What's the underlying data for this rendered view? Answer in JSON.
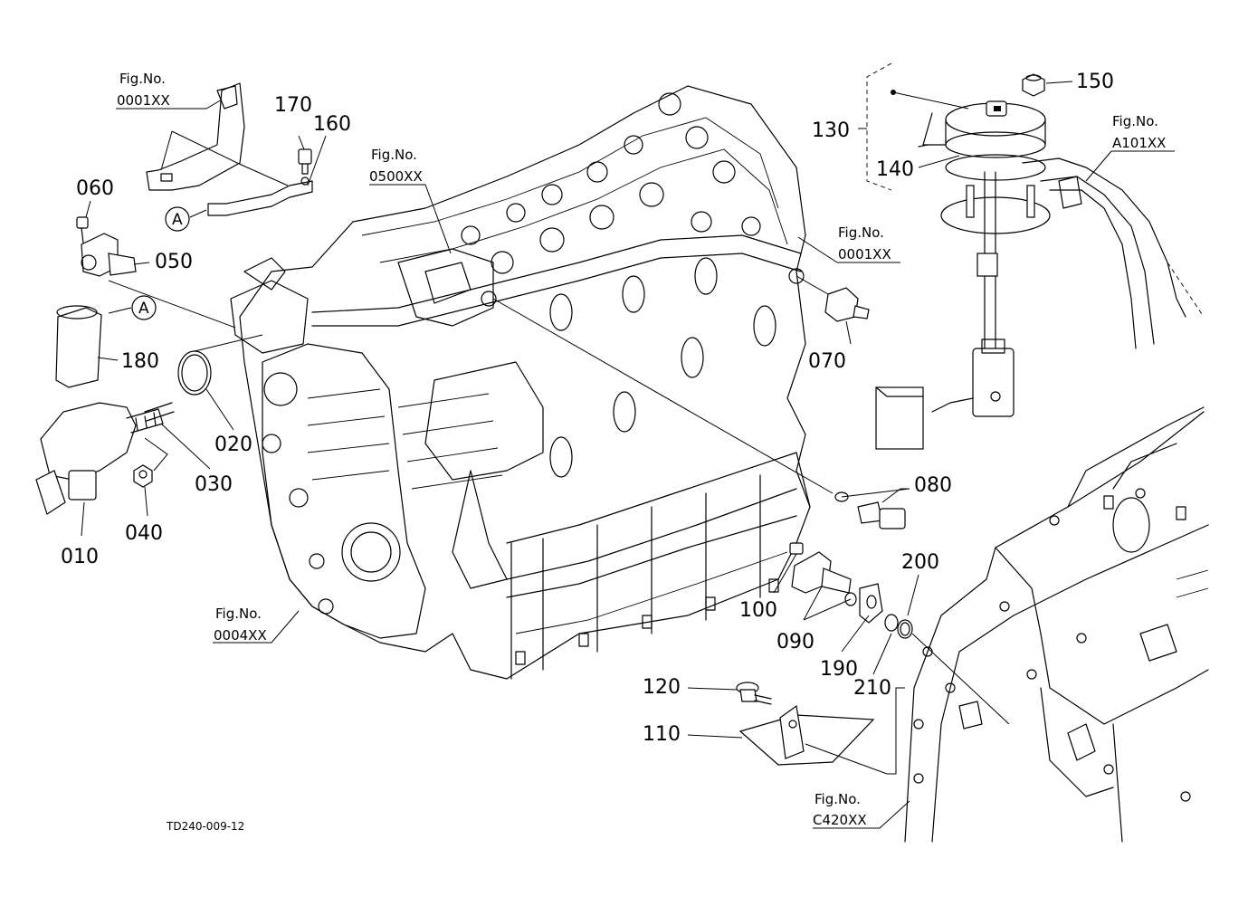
{
  "diagram": {
    "drawing_code": "TD240-009-12",
    "fig_label": "Fig.No.",
    "fig_refs": [
      "0001XX",
      "0500XX",
      "0001XX",
      "A101XX",
      "0004XX",
      "C420XX"
    ],
    "detail_letter": "A",
    "parts": [
      "010",
      "020",
      "030",
      "040",
      "050",
      "060",
      "070",
      "080",
      "090",
      "100",
      "110",
      "120",
      "130",
      "140",
      "150",
      "160",
      "170",
      "180",
      "190",
      "200",
      "210"
    ]
  }
}
